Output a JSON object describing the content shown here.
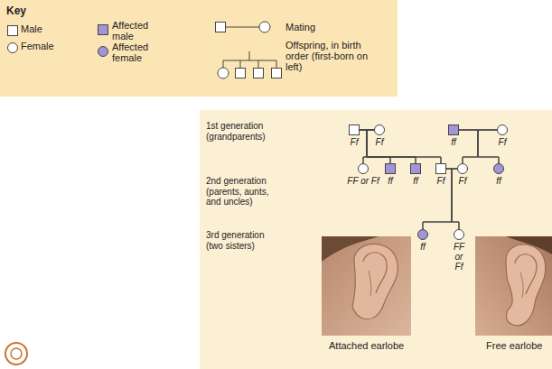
{
  "diagram": {
    "nodes": [
      {
        "text": [
          "Ff"
        ]
      },
      {
        "text": [
          "Ff"
        ]
      },
      {
        "text": [
          "ff"
        ]
      },
      {
        "text": [
          "Ff"
        ]
      },
      {
        "text": [
          "FF or Ff"
        ]
      },
      {
        "text": [
          "ff"
        ]
      },
      {
        "text": [
          "ff"
        ]
      },
      {
        "text": [
          "Ff"
        ]
      },
      {
        "text": [
          "Ff"
        ]
      },
      {
        "text": [
          "ff"
        ]
      },
      {
        "text": [
          "ff"
        ]
      },
      {
        "text": [
          "FF or Ff"
        ]
      }
    ],
    "edges": [
      {
        "from": 0,
        "to": 1,
        "arrow": "none"
      },
      {
        "from": 0,
        "to": 4,
        "arrow": "none"
      },
      {
        "from": 0,
        "to": 5,
        "arrow": "none"
      },
      {
        "from": 0,
        "to": 6,
        "arrow": "none"
      },
      {
        "from": 0,
        "to": 7,
        "arrow": "none"
      },
      {
        "from": 1,
        "to": 4,
        "arrow": "none"
      },
      {
        "from": 1,
        "to": 5,
        "arrow": "none"
      },
      {
        "from": 1,
        "to": 6,
        "arrow": "none"
      },
      {
        "from": 1,
        "to": 7,
        "arrow": "none"
      },
      {
        "from": 2,
        "to": 3,
        "arrow": "none"
      },
      {
        "from": 2,
        "to": 8,
        "arrow": "none"
      },
      {
        "from": 2,
        "to": 9,
        "arrow": "none"
      },
      {
        "from": 3,
        "to": 8,
        "arrow": "none"
      },
      {
        "from": 3,
        "to": 9,
        "arrow": "none"
      },
      {
        "from": 7,
        "to": 8,
        "arrow": "none"
      },
      {
        "from": 7,
        "to": 10,
        "arrow": "none"
      },
      {
        "from": 7,
        "to": 11,
        "arrow": "none"
      },
      {
        "from": 8,
        "to": 10,
        "arrow": "none"
      },
      {
        "from": 8,
        "to": 11,
        "arrow": "none"
      }
    ],
    "labels": [
      "Key",
      "1st generation (grandparents)",
      "2nd generation (parents, aunts, and uncles)",
      "3rd generation (two sisters)",
      "Attached earlobe",
      "Free earlobe"
    ],
    "legend": [
      {
        "text": "Male"
      },
      {
        "text": "Female"
      },
      {
        "text": "Affected male",
        "color": "#a195d8"
      },
      {
        "text": "Affected female",
        "color": "#a195d8"
      },
      {
        "text": "Mating"
      },
      {
        "text": "Offspring, in birth order (first-born on left)"
      }
    ]
  }
}
